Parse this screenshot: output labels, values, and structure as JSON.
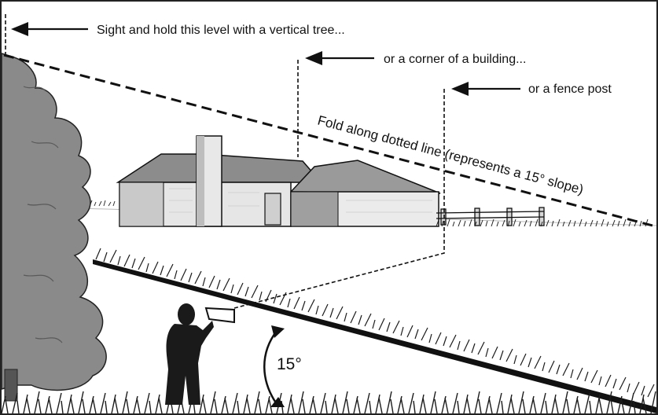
{
  "labels": {
    "tree": "Sight and hold this level with a vertical tree...",
    "building": "or a corner of a building...",
    "fence": "or a fence post",
    "fold": "Fold along dotted line (represents a 15° slope)",
    "angle": "15°"
  },
  "colors": {
    "outline": "#111111",
    "tree": "#8a8a8a",
    "roof": "#8c8c8c",
    "wall": "#e6e6e6",
    "wall_shade": "#9a9a9a",
    "person": "#1a1a1a",
    "grass": "#1b1b1b",
    "sky": "#ffffff"
  }
}
